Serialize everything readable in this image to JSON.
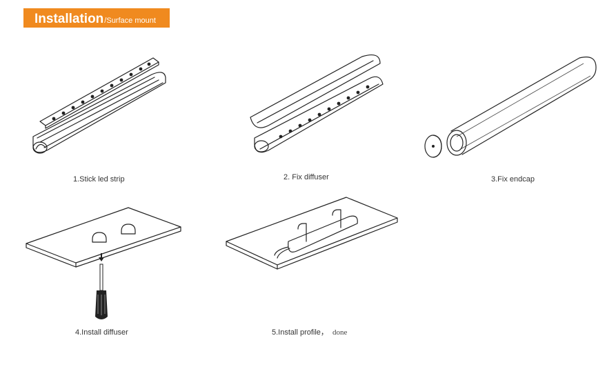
{
  "header": {
    "title": "Installation",
    "subtitle": "/Surface mount",
    "color": "#f08a1f"
  },
  "steps": [
    {
      "caption": "1.Stick led strip"
    },
    {
      "caption": "2. Fix diffuser"
    },
    {
      "caption": "3.Fix endcap"
    },
    {
      "caption": "4.Install diffuser"
    },
    {
      "caption": "5.Install profile，",
      "suffix": "done"
    }
  ]
}
